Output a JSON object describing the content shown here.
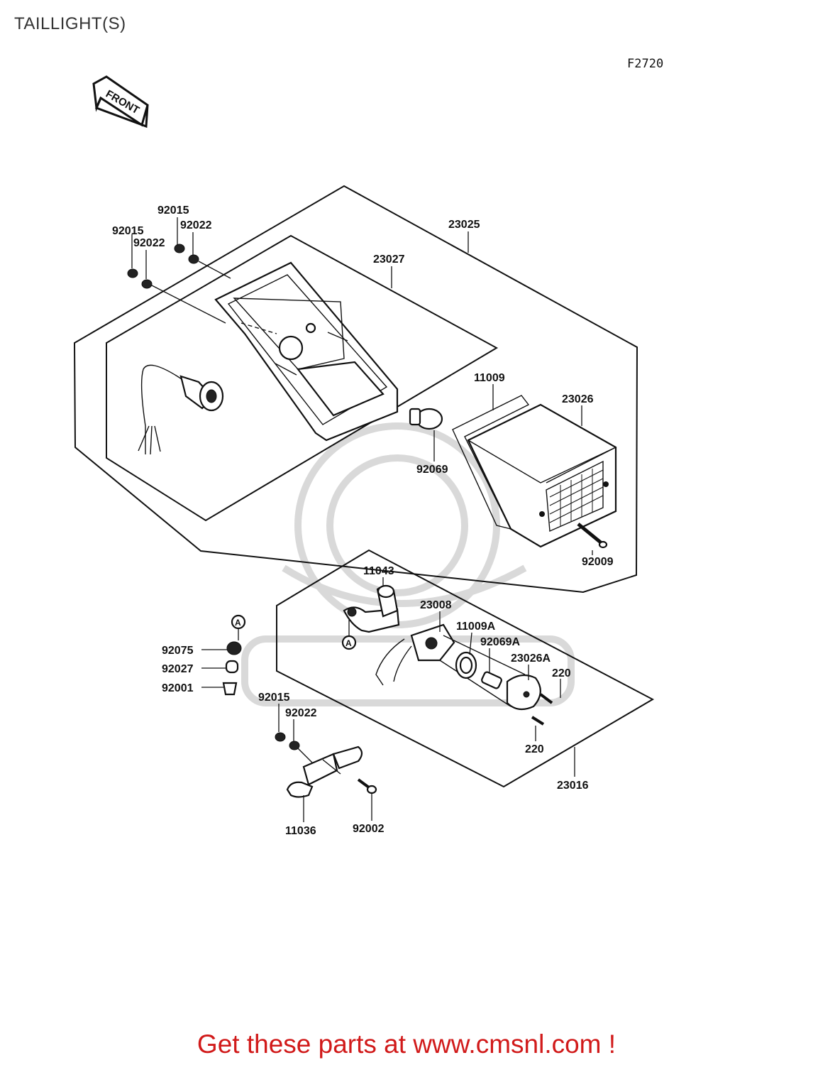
{
  "header": {
    "title": "TAILLIGHT(S)",
    "diagram_code": "F2720",
    "front_label": "FRONT"
  },
  "parts": {
    "p92015_top": "92015",
    "p92022_top": "92022",
    "p92015_left": "92015",
    "p92022_left": "92022",
    "p23025": "23025",
    "p23027": "23027",
    "p11009": "11009",
    "p23026": "23026",
    "p92069": "92069",
    "p92009": "92009",
    "p11043": "11043",
    "p23008": "23008",
    "p11009A": "11009A",
    "p92069A": "92069A",
    "p23026A": "23026A",
    "p220_upper": "220",
    "p220_lower": "220",
    "p23016": "23016",
    "p92075": "92075",
    "p92027": "92027",
    "p92001": "92001",
    "p92015_lower": "92015",
    "p92022_lower": "92022",
    "p11036": "11036",
    "p92002": "92002",
    "ref_a_1": "A",
    "ref_a_2": "A"
  },
  "footer": {
    "cta": "Get these parts at www.cmsnl.com !"
  }
}
